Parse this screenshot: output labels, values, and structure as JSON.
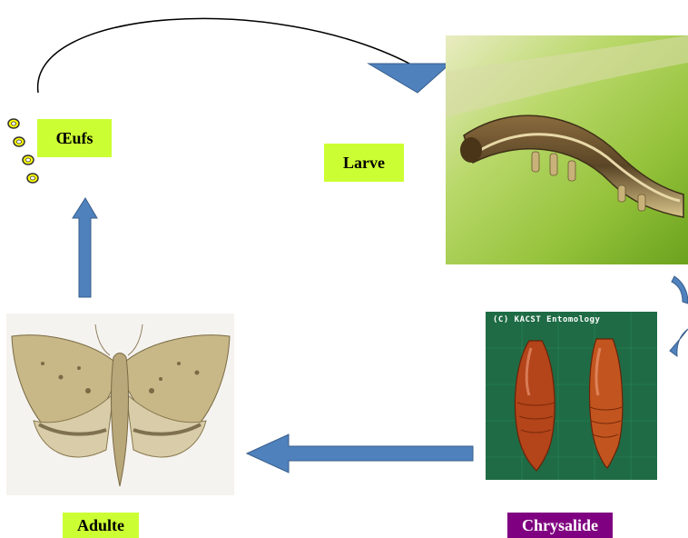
{
  "stages": {
    "eggs": "Œufs",
    "larva": "Larve",
    "pupa": "Chrysalide",
    "adult": "Adulte"
  },
  "pupa_watermark": "(C) KACST Entomology",
  "colors": {
    "label_green": "#ccff33",
    "label_purple": "#7f0080",
    "arrow_blue": "#4f81bd",
    "arrow_outline": "#385d8a",
    "egg_yellow": "#ffff00"
  }
}
